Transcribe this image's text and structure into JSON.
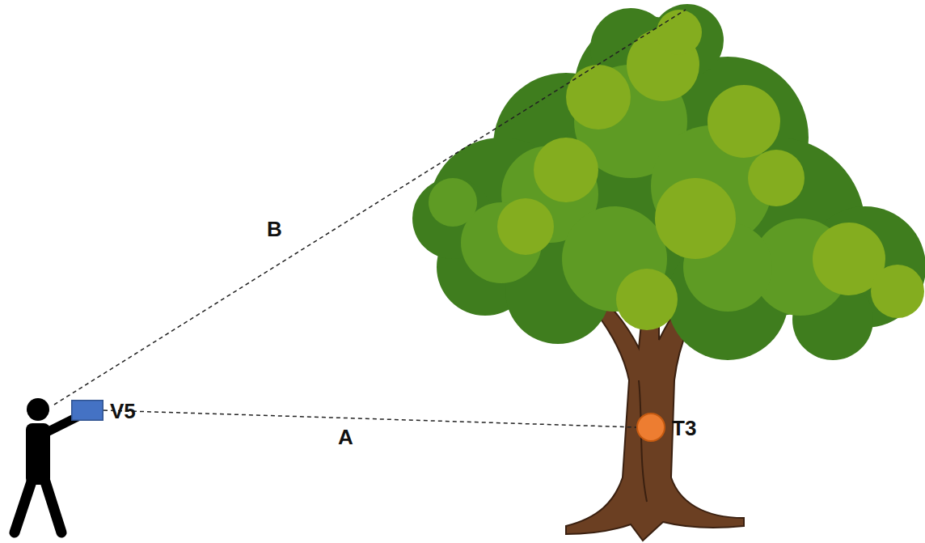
{
  "diagram": {
    "nodes": [
      {
        "text": [
          "V5"
        ]
      },
      {
        "text": [
          "T3"
        ]
      }
    ],
    "edges": [
      {
        "from": 0,
        "to": 1,
        "arrow": "none",
        "label": "A"
      }
    ],
    "labels": [
      "B"
    ]
  }
}
